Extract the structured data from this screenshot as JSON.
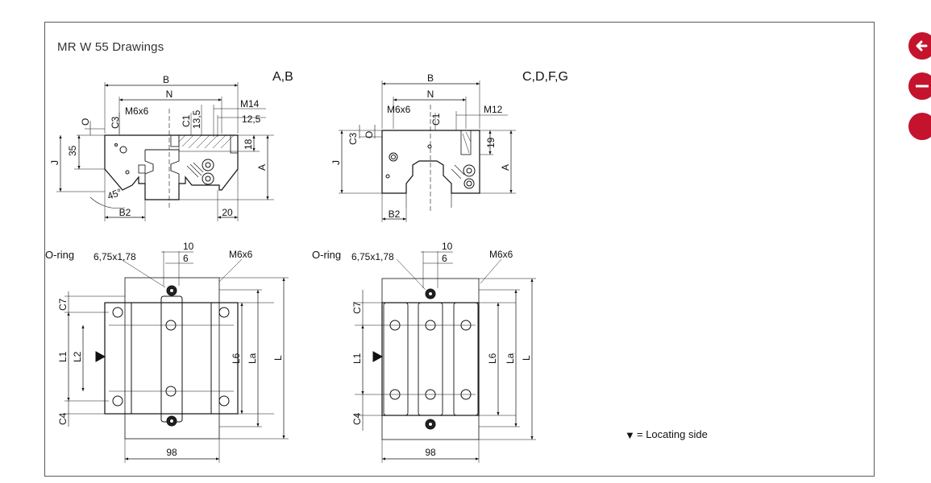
{
  "drawing": {
    "title": "MR W 55 Drawings",
    "views": [
      {
        "id": "top-left",
        "label": "A,B",
        "dims": [
          "B",
          "N",
          "M14",
          "12,5",
          "M6x6",
          "C3",
          "C1",
          "13,5",
          "O",
          "35",
          "J",
          "18",
          "A",
          "45°",
          "B2",
          "20"
        ]
      },
      {
        "id": "top-right",
        "label": "C,D,F,G",
        "dims": [
          "B",
          "N",
          "M6x6",
          "M12",
          "C3",
          "O",
          "C1",
          "19",
          "J",
          "A",
          "B2"
        ]
      },
      {
        "id": "bottom-left",
        "dims": [
          "O-ring",
          "6,75x1,78",
          "10",
          "6",
          "M6x6",
          "C7",
          "L1",
          "L2",
          "C4",
          "L6",
          "La",
          "L",
          "98"
        ]
      },
      {
        "id": "bottom-right",
        "dims": [
          "O-ring",
          "6,75x1,78",
          "10",
          "6",
          "M6x6",
          "C7",
          "L1",
          "C4",
          "L6",
          "La",
          "L",
          "98"
        ]
      }
    ],
    "legend": {
      "symbol": "▼",
      "text": "= Locating side"
    }
  },
  "nav": {
    "icons": [
      "back-arrow-icon",
      "minus-icon",
      "circle-icon"
    ],
    "color": "#c4142d"
  }
}
